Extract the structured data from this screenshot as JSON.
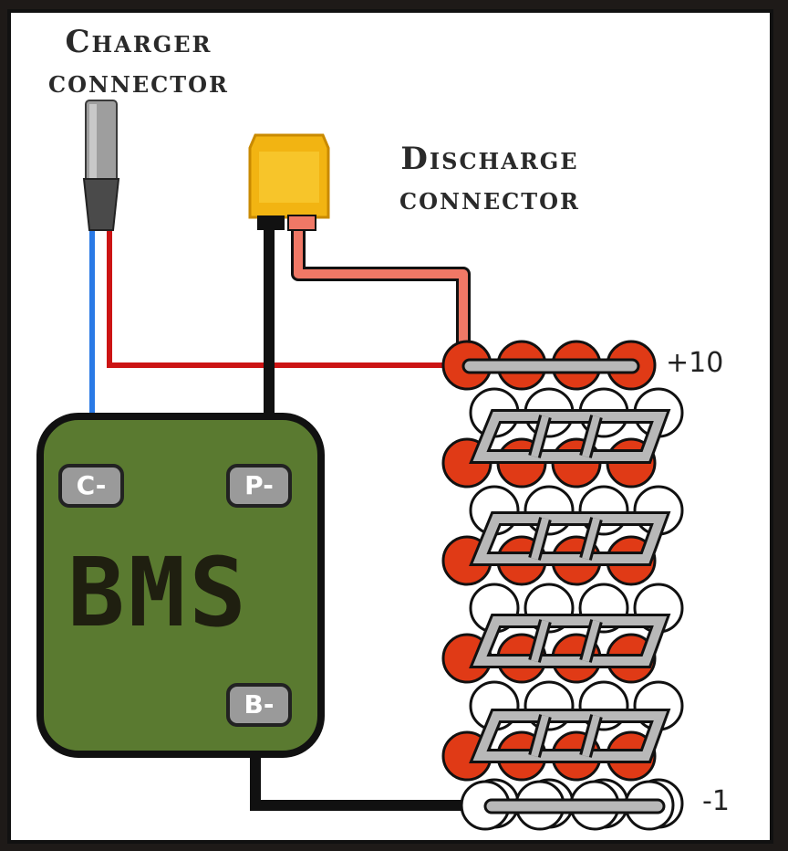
{
  "labels": {
    "charger_line1": "Charger",
    "charger_line2": "connector",
    "discharge_line1": "Discharge",
    "discharge_line2": "connector"
  },
  "bms": {
    "text": "BMS",
    "terminal_c": "C-",
    "terminal_p": "P-",
    "terminal_b": "B-"
  },
  "battery": {
    "top_label": "+10",
    "bottom_label": "-1"
  },
  "colors": {
    "bms_fill": "#5a7a30",
    "cell_red": "#e03a16",
    "wire_red": "#cc1414",
    "wire_blue": "#2a7ae6",
    "wire_black": "#111111",
    "wire_salmon": "#f07866",
    "xt60": "#f2b412"
  }
}
